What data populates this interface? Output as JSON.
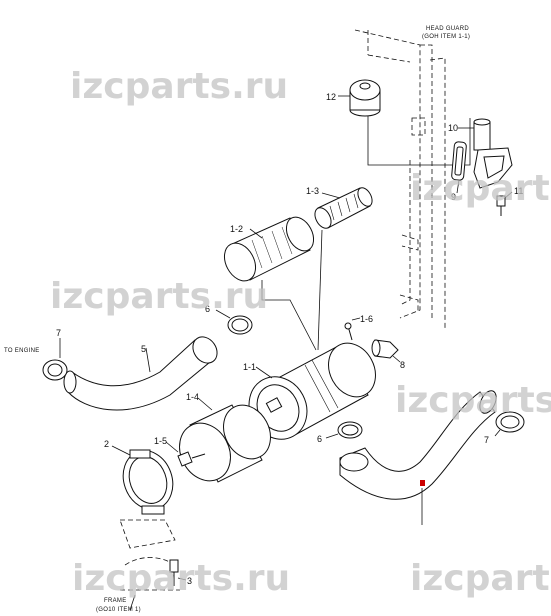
{
  "watermarks": [
    "izcparts.ru",
    "izcparts.ru",
    "izcparts.ru",
    "izcparts.ru",
    "izcparts.ru",
    "izcparts.ru"
  ],
  "notes": {
    "head_guard_line1": "HEAD GUARD",
    "head_guard_line2": "(GOH ITEM 1-1)",
    "to_engine": "TO ENGINE",
    "frame_line1": "FRAME",
    "frame_line2": "(GO10 ITEM 1)"
  },
  "parts": {
    "p12": "12",
    "p10": "10",
    "p9": "9",
    "p11": "11",
    "p1_3": "1-3",
    "p1_2": "1-2",
    "p6_top": "6",
    "p1_6": "1-6",
    "p8": "8",
    "p7_left": "7",
    "p5": "5",
    "p1_1": "1-1",
    "p1_4": "1-4",
    "p1_5": "1-5",
    "p2": "2",
    "p6_mid": "6",
    "p7_right": "7",
    "p3": "3"
  },
  "colors": {
    "line": "#111111",
    "watermark": "#c4c4c4",
    "marker": "#cc0000"
  }
}
